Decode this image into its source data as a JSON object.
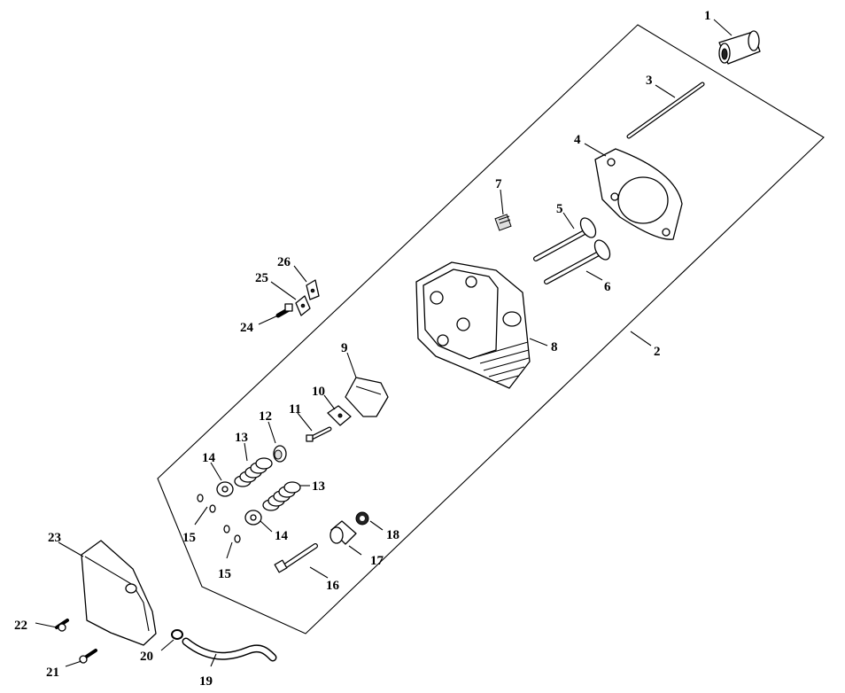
{
  "labels": {
    "l1": "1",
    "l2": "2",
    "l3": "3",
    "l4": "4",
    "l5": "5",
    "l6": "6",
    "l7": "7",
    "l8": "8",
    "l9": "9",
    "l10": "10",
    "l11": "11",
    "l12": "12",
    "l13a": "13",
    "l13b": "13",
    "l14a": "14",
    "l14b": "14",
    "l15a": "15",
    "l15b": "15",
    "l16": "16",
    "l17": "17",
    "l18": "18",
    "l19": "19",
    "l20": "20",
    "l21": "21",
    "l22": "22",
    "l23": "23",
    "l24": "24",
    "l25": "25",
    "l26": "26"
  }
}
